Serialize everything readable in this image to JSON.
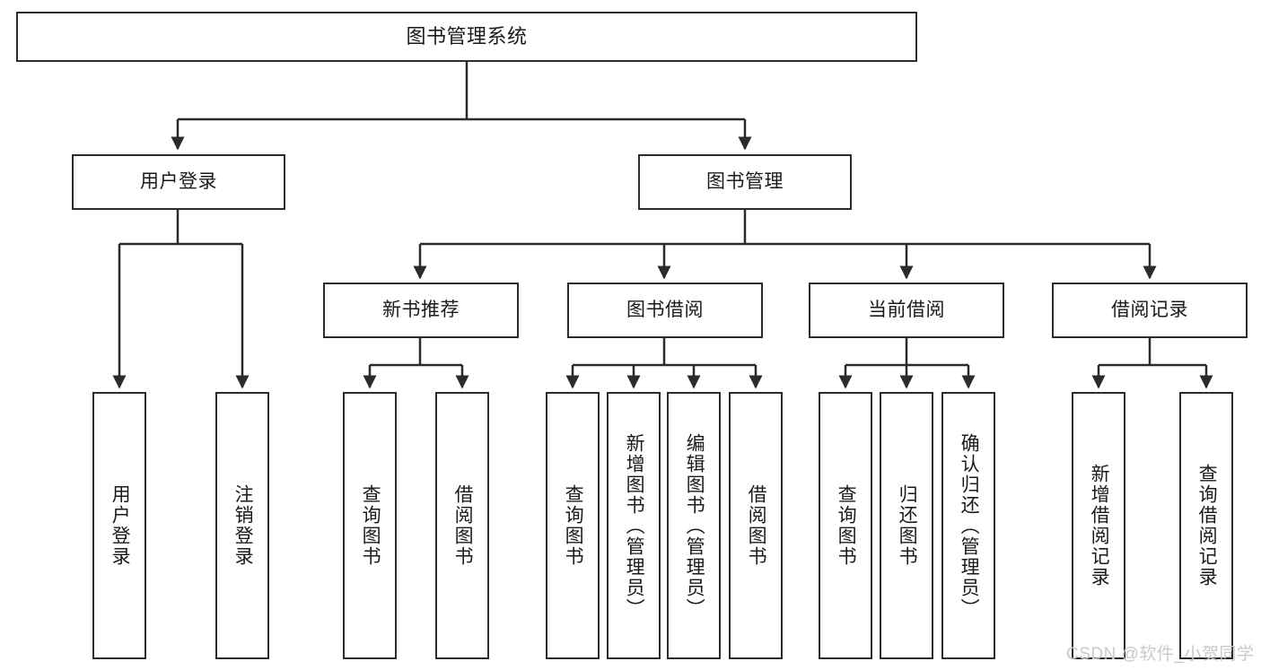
{
  "diagram": {
    "title": "图书管理系统",
    "type": "tree-hierarchy-diagram",
    "theme": {
      "border_color": "#2b2b2b",
      "fill_color": "#ffffff",
      "text_color": "#1a1a1a",
      "line_color": "#2b2b2b",
      "watermark_color": "#c9c9c9"
    },
    "root": {
      "label": "图书管理系统"
    },
    "level2": [
      {
        "label": "用户登录"
      },
      {
        "label": "图书管理"
      }
    ],
    "level3": [
      {
        "label": "新书推荐"
      },
      {
        "label": "图书借阅"
      },
      {
        "label": "当前借阅"
      },
      {
        "label": "借阅记录"
      }
    ],
    "leaves": {
      "user_login": [
        {
          "label": "用户登录"
        },
        {
          "label": "注销登录"
        }
      ],
      "new_book_recommend": [
        {
          "label": "查询图书"
        },
        {
          "label": "借阅图书"
        }
      ],
      "book_borrow": [
        {
          "label": "查询图书"
        },
        {
          "label": "新增图书（管理员）"
        },
        {
          "label": "编辑图书（管理员）"
        },
        {
          "label": "借阅图书"
        }
      ],
      "current_borrow": [
        {
          "label": "查询图书"
        },
        {
          "label": "归还图书"
        },
        {
          "label": "确认归还（管理员）"
        }
      ],
      "borrow_record": [
        {
          "label": "新增借阅记录"
        },
        {
          "label": "查询借阅记录"
        }
      ]
    }
  },
  "watermark": {
    "text": "CSDN @软件_小贺同学"
  }
}
